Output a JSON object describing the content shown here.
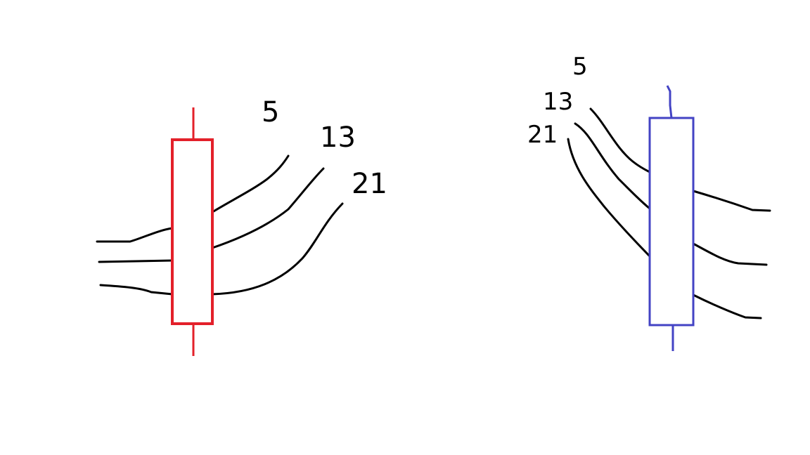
{
  "colors": {
    "bearish_candle": "#e3202a",
    "bullish_candle": "#4343c4",
    "ma_lines": "#000000"
  },
  "left_diagram": {
    "labels": {
      "ma5": "5",
      "ma13": "13",
      "ma21": "21"
    }
  },
  "right_diagram": {
    "labels": {
      "ma5": "5",
      "ma13": "13",
      "ma21": "21"
    }
  }
}
